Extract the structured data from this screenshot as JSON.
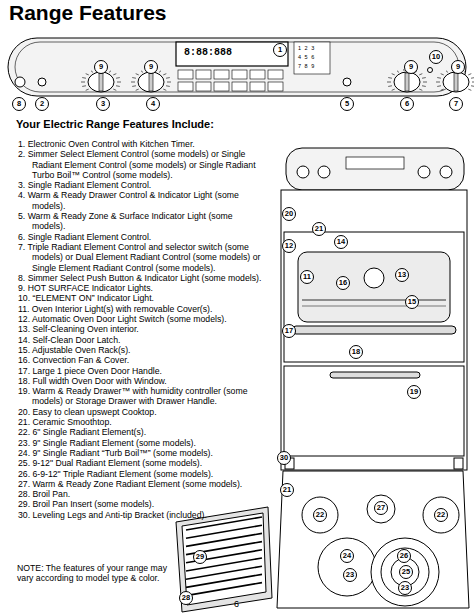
{
  "diagram": {
    "title": "Range Features",
    "labels": [
      "Your Electric Range Features Include:",
      "1. Electronic Oven Control with Kitchen Timer.",
      "2. Simmer Select Element Control (some models) or Single Radiant Element Control (some models) or Single Radiant Turbo Boil™ Control (some models).",
      "3. Single Radiant Element Control.",
      "4. Warm & Ready Drawer Control & Indicator Light (some models).",
      "5. Warm & Ready Zone & Surface Indicator Light (some models).",
      "6. Single Radiant Element Control.",
      "7. Triple Radiant Element Control and selector switch (some models) or Dual Element Radiant Control (some models) or Single Element Radiant Control (some models).",
      "8. Simmer Select Push Button & Indicator Light (some models).",
      "9. HOT SURFACE Indicator Lights.",
      "10. “ELEMENT ON” Indicator Light.",
      "11. Oven Interior Light(s) with removable Cover(s).",
      "12. Automatic Oven Door Light Switch (some models).",
      "13. Self-Cleaning Oven interior.",
      "14. Self-Clean Door Latch.",
      "15. Adjustable Oven Rack(s).",
      "16. Convection Fan & Cover.",
      "17. Large 1 piece Oven Door Handle.",
      "18. Full width Oven Door with Window.",
      "19. Warm & Ready Drawer™ with humidity controller (some models) or Storage Drawer with Drawer Handle.",
      "20. Easy to clean upswept Cooktop.",
      "21. Ceramic Smoothtop.",
      "22. 6\" Single Radiant Element(s).",
      "23. 9\" Single Radiant Element (some models).",
      "24. 9\" Single Radiant “Turb Boil™” (some models).",
      "25. 9-12\" Dual Radiant Element (some models).",
      "26. 6-9-12\" Triple Radiant Element (some models).",
      "27. Warm & Ready Zone Radiant Element (some models).",
      "28. Broil Pan.",
      "29. Broil Pan Insert (some models).",
      "30. Leveling Legs and Anti-tip Bracket (included).",
      "NOTE: The features of your range may vary according to model type & color.",
      "6",
      "1",
      "9",
      "9",
      "10",
      "9",
      "9",
      "8",
      "2",
      "3",
      "4",
      "5",
      "6",
      "7",
      "20",
      "21",
      "12",
      "14",
      "11",
      "16",
      "13",
      "15",
      "17",
      "18",
      "19",
      "30",
      "21",
      "22",
      "27",
      "22",
      "24",
      "23",
      "26",
      "25",
      "23",
      "29",
      "28",
      "1 2 3",
      "4 5 6",
      "7 8 9",
      "8:88:888"
    ]
  }
}
